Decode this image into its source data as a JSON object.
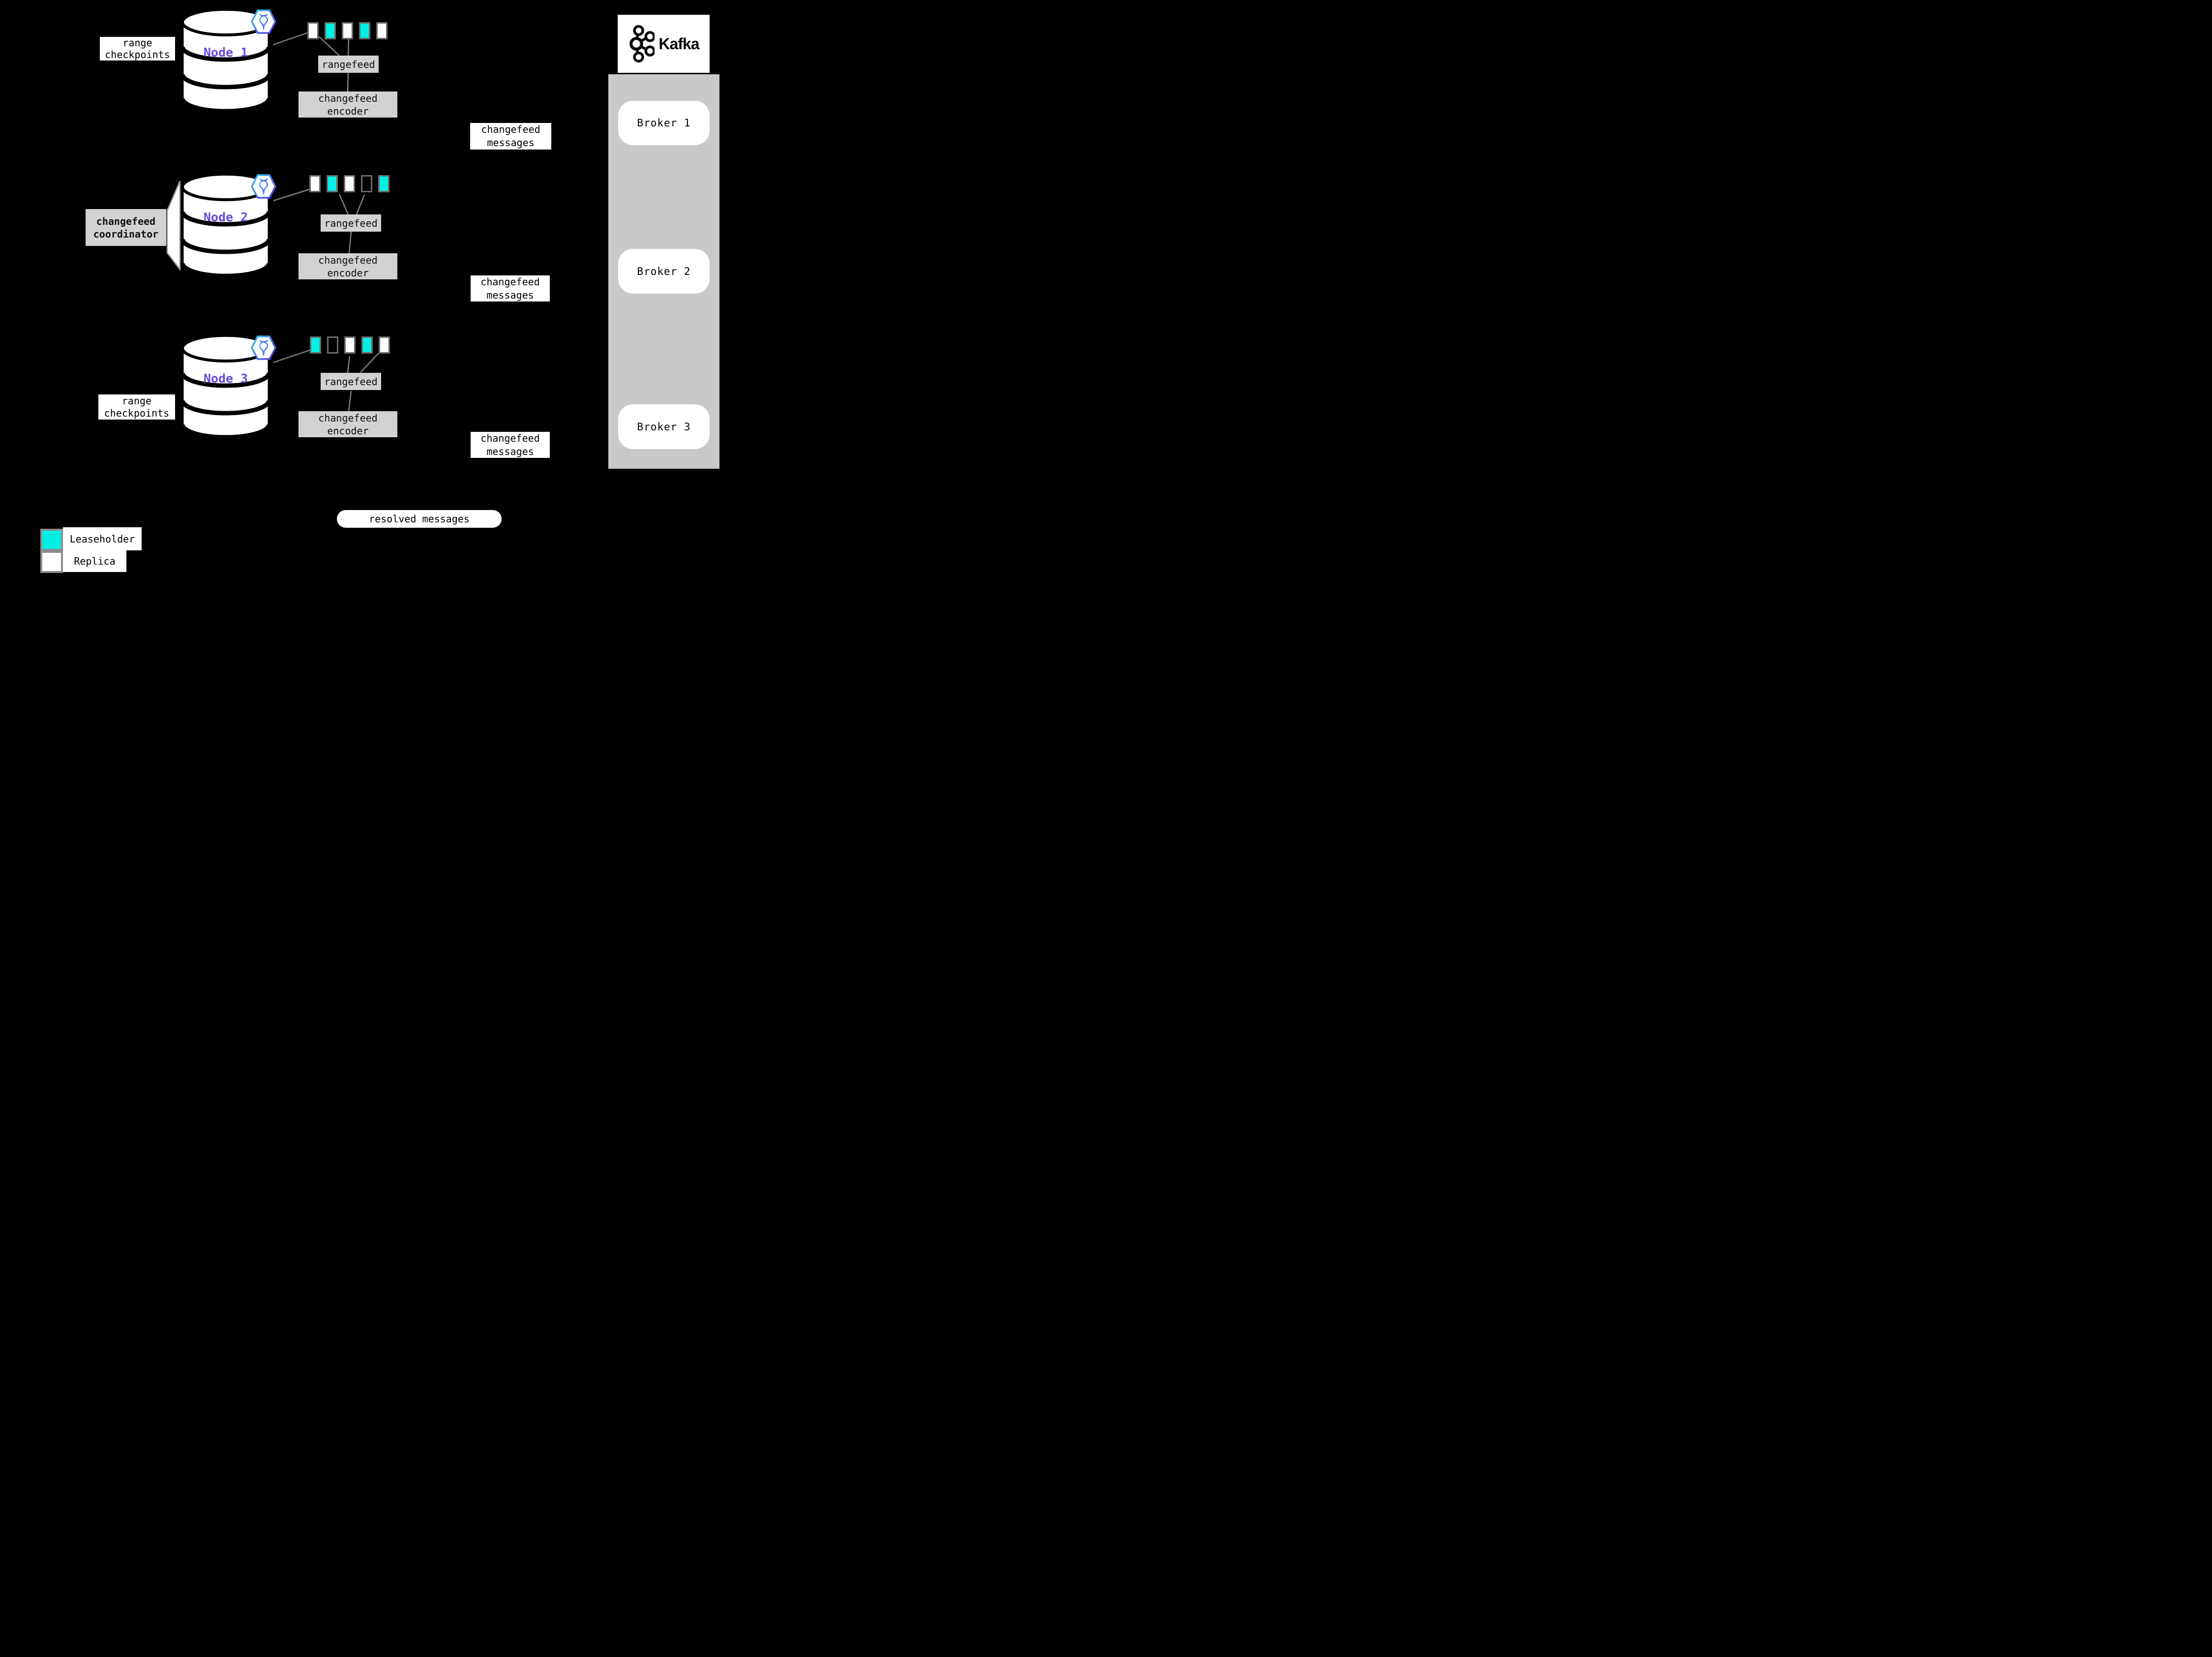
{
  "colors": {
    "leaseholder": "#00f0e6",
    "replica": "#ffffff",
    "accent": "#6b4be0",
    "graybox": "#d2d2d2",
    "container": "#c9c9c9",
    "wire": "#7f7f7f"
  },
  "labels": {
    "range_checkpoints": {
      "line1": "range",
      "line2": "checkpoints"
    },
    "rangefeed": "rangefeed",
    "encoder": {
      "line1": "changefeed",
      "line2": "encoder"
    },
    "messages": {
      "line1": "changefeed",
      "line2": "messages"
    },
    "coordinator": {
      "line1": "changefeed",
      "line2": "coordinator"
    },
    "resolved": "resolved messages"
  },
  "nodes": [
    {
      "name": "Node 1",
      "ranges": [
        "replica",
        "leaseholder",
        "replica",
        "leaseholder",
        "replica"
      ]
    },
    {
      "name": "Node 2",
      "ranges": [
        "replica",
        "leaseholder",
        "replica",
        "none",
        "leaseholder"
      ]
    },
    {
      "name": "Node 3",
      "ranges": [
        "leaseholder",
        "none",
        "replica",
        "leaseholder",
        "replica"
      ]
    }
  ],
  "kafka": {
    "title": "Kafka",
    "brokers": [
      "Broker 1",
      "Broker 2",
      "Broker 3"
    ]
  },
  "legend": {
    "leaseholder": "Leaseholder",
    "replica": "Replica"
  }
}
